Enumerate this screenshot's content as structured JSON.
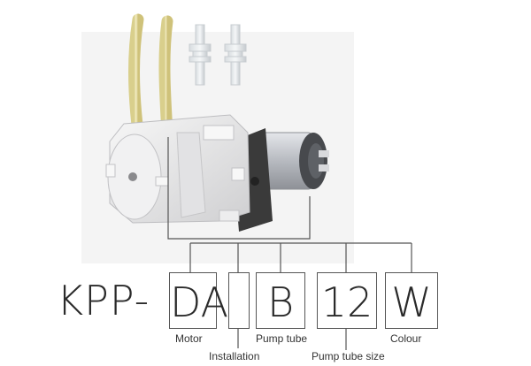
{
  "product": {
    "prefix": "KPP-",
    "motor_code": "DA",
    "installation_code": "",
    "pump_tube_code": "B",
    "pump_tube_size_code": "12",
    "colour_code": "W"
  },
  "labels": {
    "motor": "Motor",
    "installation": "Installation",
    "pump_tube": "Pump tube",
    "pump_tube_size": "Pump tube size",
    "colour": "Colour"
  },
  "colors": {
    "line": "#555555",
    "tube": "#e8dfa6",
    "pump_housing": "#e9e9ea",
    "motor_body": "#c9cbcf",
    "bracket": "#3a3a3a"
  }
}
